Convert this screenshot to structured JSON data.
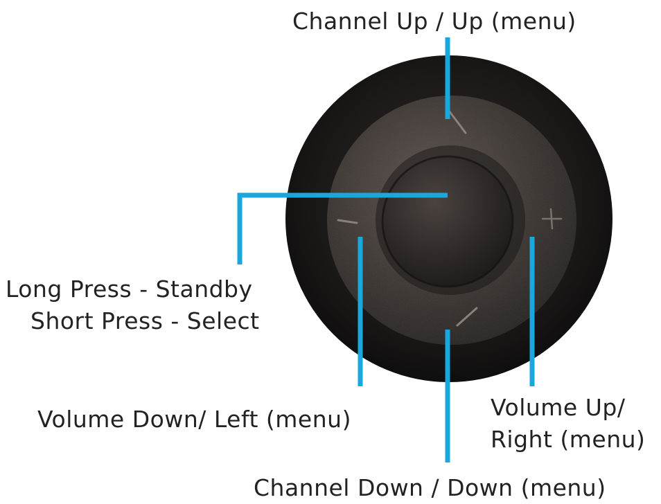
{
  "labels": {
    "channel_up": "Channel Up / Up (menu)",
    "center_line1": "Long Press - Standby",
    "center_line2": "Short Press - Select",
    "volume_down": "Volume Down/ Left (menu)",
    "volume_up_line1": "Volume Up/",
    "volume_up_line2": "Right (menu)",
    "channel_down": "Channel Down / Down (menu)"
  },
  "colors": {
    "leader_line": "#19a7dc",
    "text": "#222222",
    "bezel": "#1e1c1b",
    "ring": "#3a3532",
    "center_button": "#2c2826"
  },
  "icons": {
    "center": "select-button",
    "up": "up-tick-mark",
    "down": "down-tick-mark",
    "left": "minus-mark",
    "right": "plus-mark"
  }
}
